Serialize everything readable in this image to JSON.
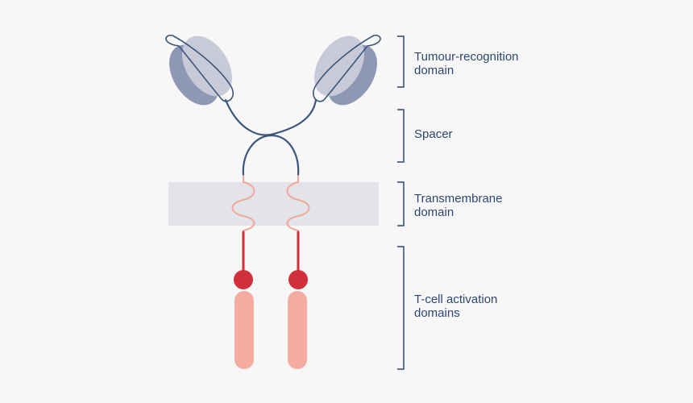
{
  "colors": {
    "background": "#f7f7f7",
    "navy": "#3b557c",
    "domain_light": "#c8cad8",
    "domain_dark": "#8e97b3",
    "membrane": "#e3e4e9",
    "transmembrane_wave": "#f0a898",
    "red": "#d1303a",
    "pink_block": "#f4aca0",
    "bracket": "#2c4770",
    "label_text": "#2c4770"
  },
  "labels": {
    "tumour_recognition": {
      "line1": "Tumour-recognition",
      "line2": "domain"
    },
    "spacer": {
      "line1": "Spacer"
    },
    "transmembrane": {
      "line1": "Transmembrane",
      "line2": "domain"
    },
    "activation": {
      "line1": "T-cell activation",
      "line2": "domains"
    }
  }
}
